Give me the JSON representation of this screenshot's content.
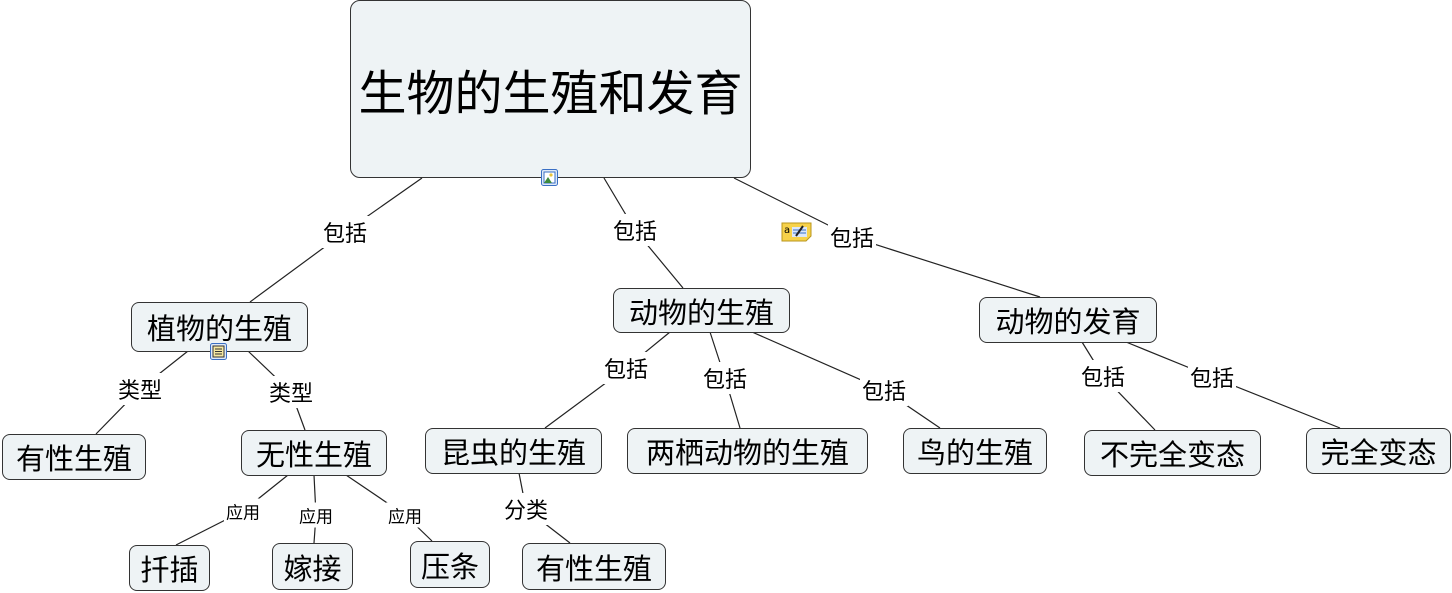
{
  "root": {
    "label": "生物的生殖和发育"
  },
  "nodes": {
    "plant": "植物的生殖",
    "animal_repro": "动物的生殖",
    "animal_dev": "动物的发育",
    "sexual1": "有性生殖",
    "asexual": "无性生殖",
    "insect": "昆虫的生殖",
    "amphibian": "两栖动物的生殖",
    "bird": "鸟的生殖",
    "incomplete": "不完全变态",
    "complete": "完全变态",
    "cutting": "扦插",
    "grafting": "嫁接",
    "layering": "压条",
    "sexual2": "有性生殖"
  },
  "links": {
    "root_plant": "包括",
    "root_animal_repro": "包括",
    "root_animal_dev": "包括",
    "plant_sexual": "类型",
    "plant_asexual": "类型",
    "asexual_cutting": "应用",
    "asexual_grafting": "应用",
    "asexual_layering": "应用",
    "animal_insect": "包括",
    "animal_amphibian": "包括",
    "animal_bird": "包括",
    "insect_sexual": "分类",
    "dev_incomplete": "包括",
    "dev_complete": "包括"
  },
  "icons": {
    "root": "image-icon",
    "plant": "document-icon",
    "link": "note-icon"
  }
}
